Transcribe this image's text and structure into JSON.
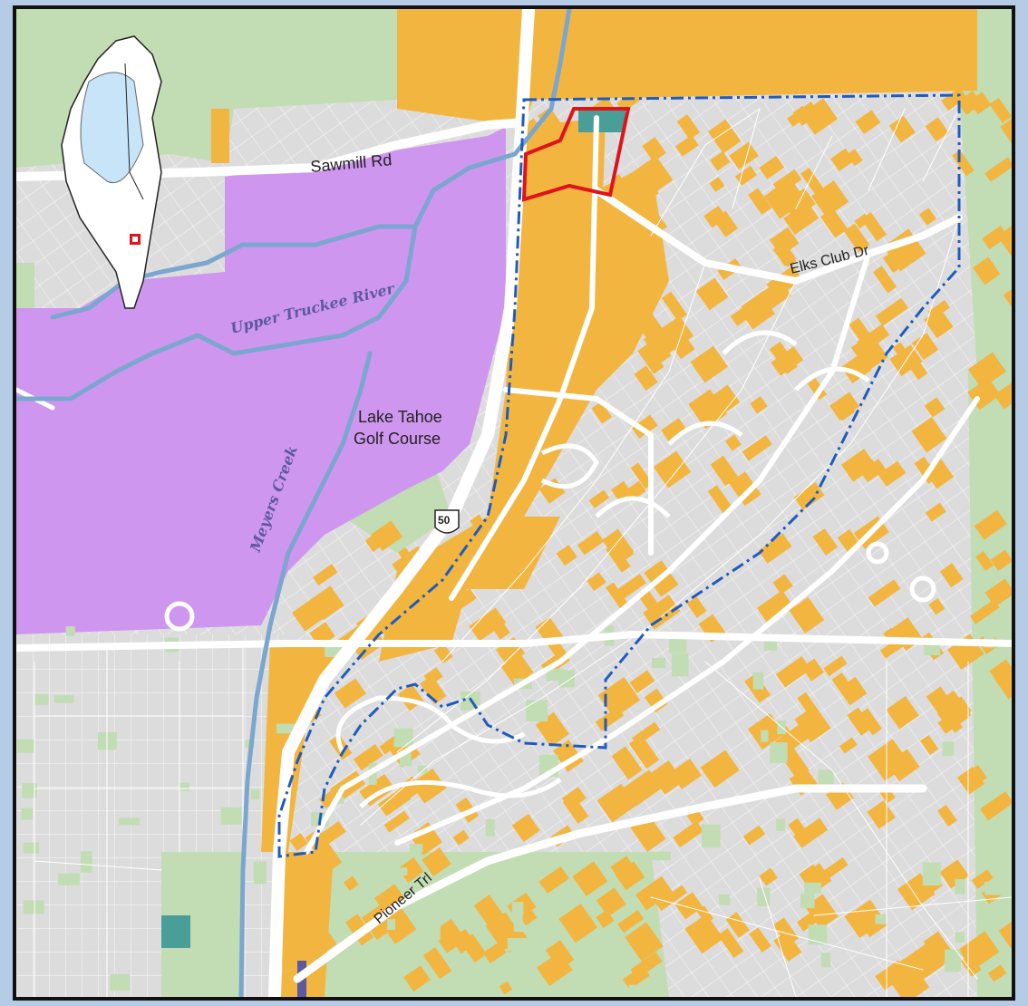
{
  "map": {
    "roads": {
      "sawmill": "Sawmill Rd",
      "elks_club": "Elks Club Dr",
      "pioneer": "Pioneer Trl",
      "highway_shield": "50"
    },
    "features": {
      "golf_course_line1": "Lake Tahoe",
      "golf_course_line2": "Golf Course",
      "river": "Upper Truckee River",
      "creek": "Meyers Creek"
    },
    "colors": {
      "parcel_gray": "#dcdcdc",
      "developed_orange": "#f2b540",
      "open_space_green": "#c2dcb4",
      "golf_purple": "#cf96ef",
      "teal_parcel": "#4a9e98",
      "water_blue": "#7aa6cf",
      "boundary_blue": "#1f5bbf",
      "highlight_red": "#e0121a",
      "lake_fill": "#c8e4f8"
    },
    "icons": [
      "locator-inset-icon",
      "highway-shield-icon"
    ]
  }
}
